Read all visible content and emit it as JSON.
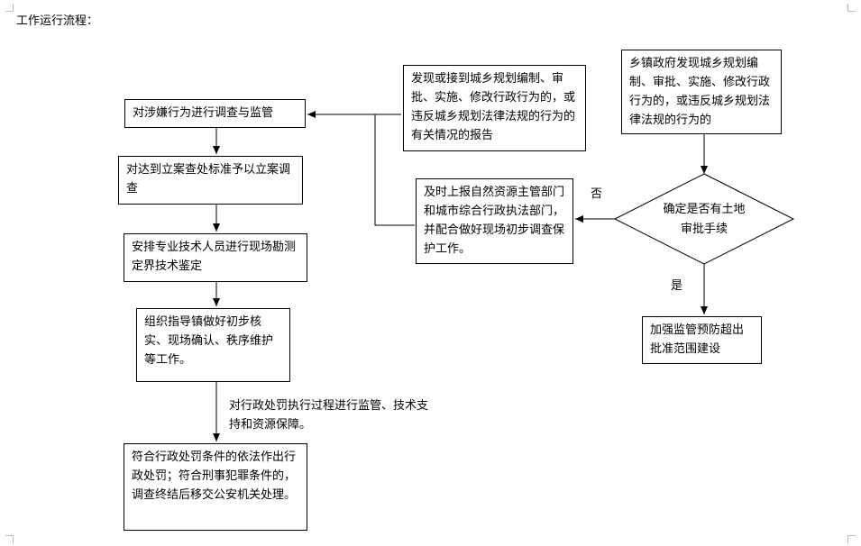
{
  "page_title": "工作运行流程：",
  "nodes": {
    "investigate": "对涉嫌行为进行调查与监管",
    "file_case": "对达到立案查处标准予以立案调查",
    "survey": "安排专业技术人员进行现场勘测定界技术鉴定",
    "organize": "组织指导镇做好初步核实、现场确认、秩序维护等工作。",
    "penalty": "符合行政处罚条件的依法作出行政处罚；符合刑事犯罪条件的，调查终结后移交公安机关处理。",
    "report": "发现或接到城乡规划编制、审批、实施、修改行政行为的，或违反城乡规划法律法规的行为的有关情况的报告",
    "town_found": "乡镇政府发现城乡规划编制、审批、实施、修改行政行为的，或违反城乡规划法律法规的行为的",
    "decision": "确定是否有土地审批手续",
    "notify": "及时上报自然资源主管部门和城市综合行政执法部门，并配合做好现场初步调查保护工作。",
    "strengthen": "加强监管预防超出批准范围建设"
  },
  "edge_labels": {
    "no": "否",
    "yes": "是",
    "supervise": "对行政处罚执行过程进行监管、技术支持和资源保障。"
  }
}
